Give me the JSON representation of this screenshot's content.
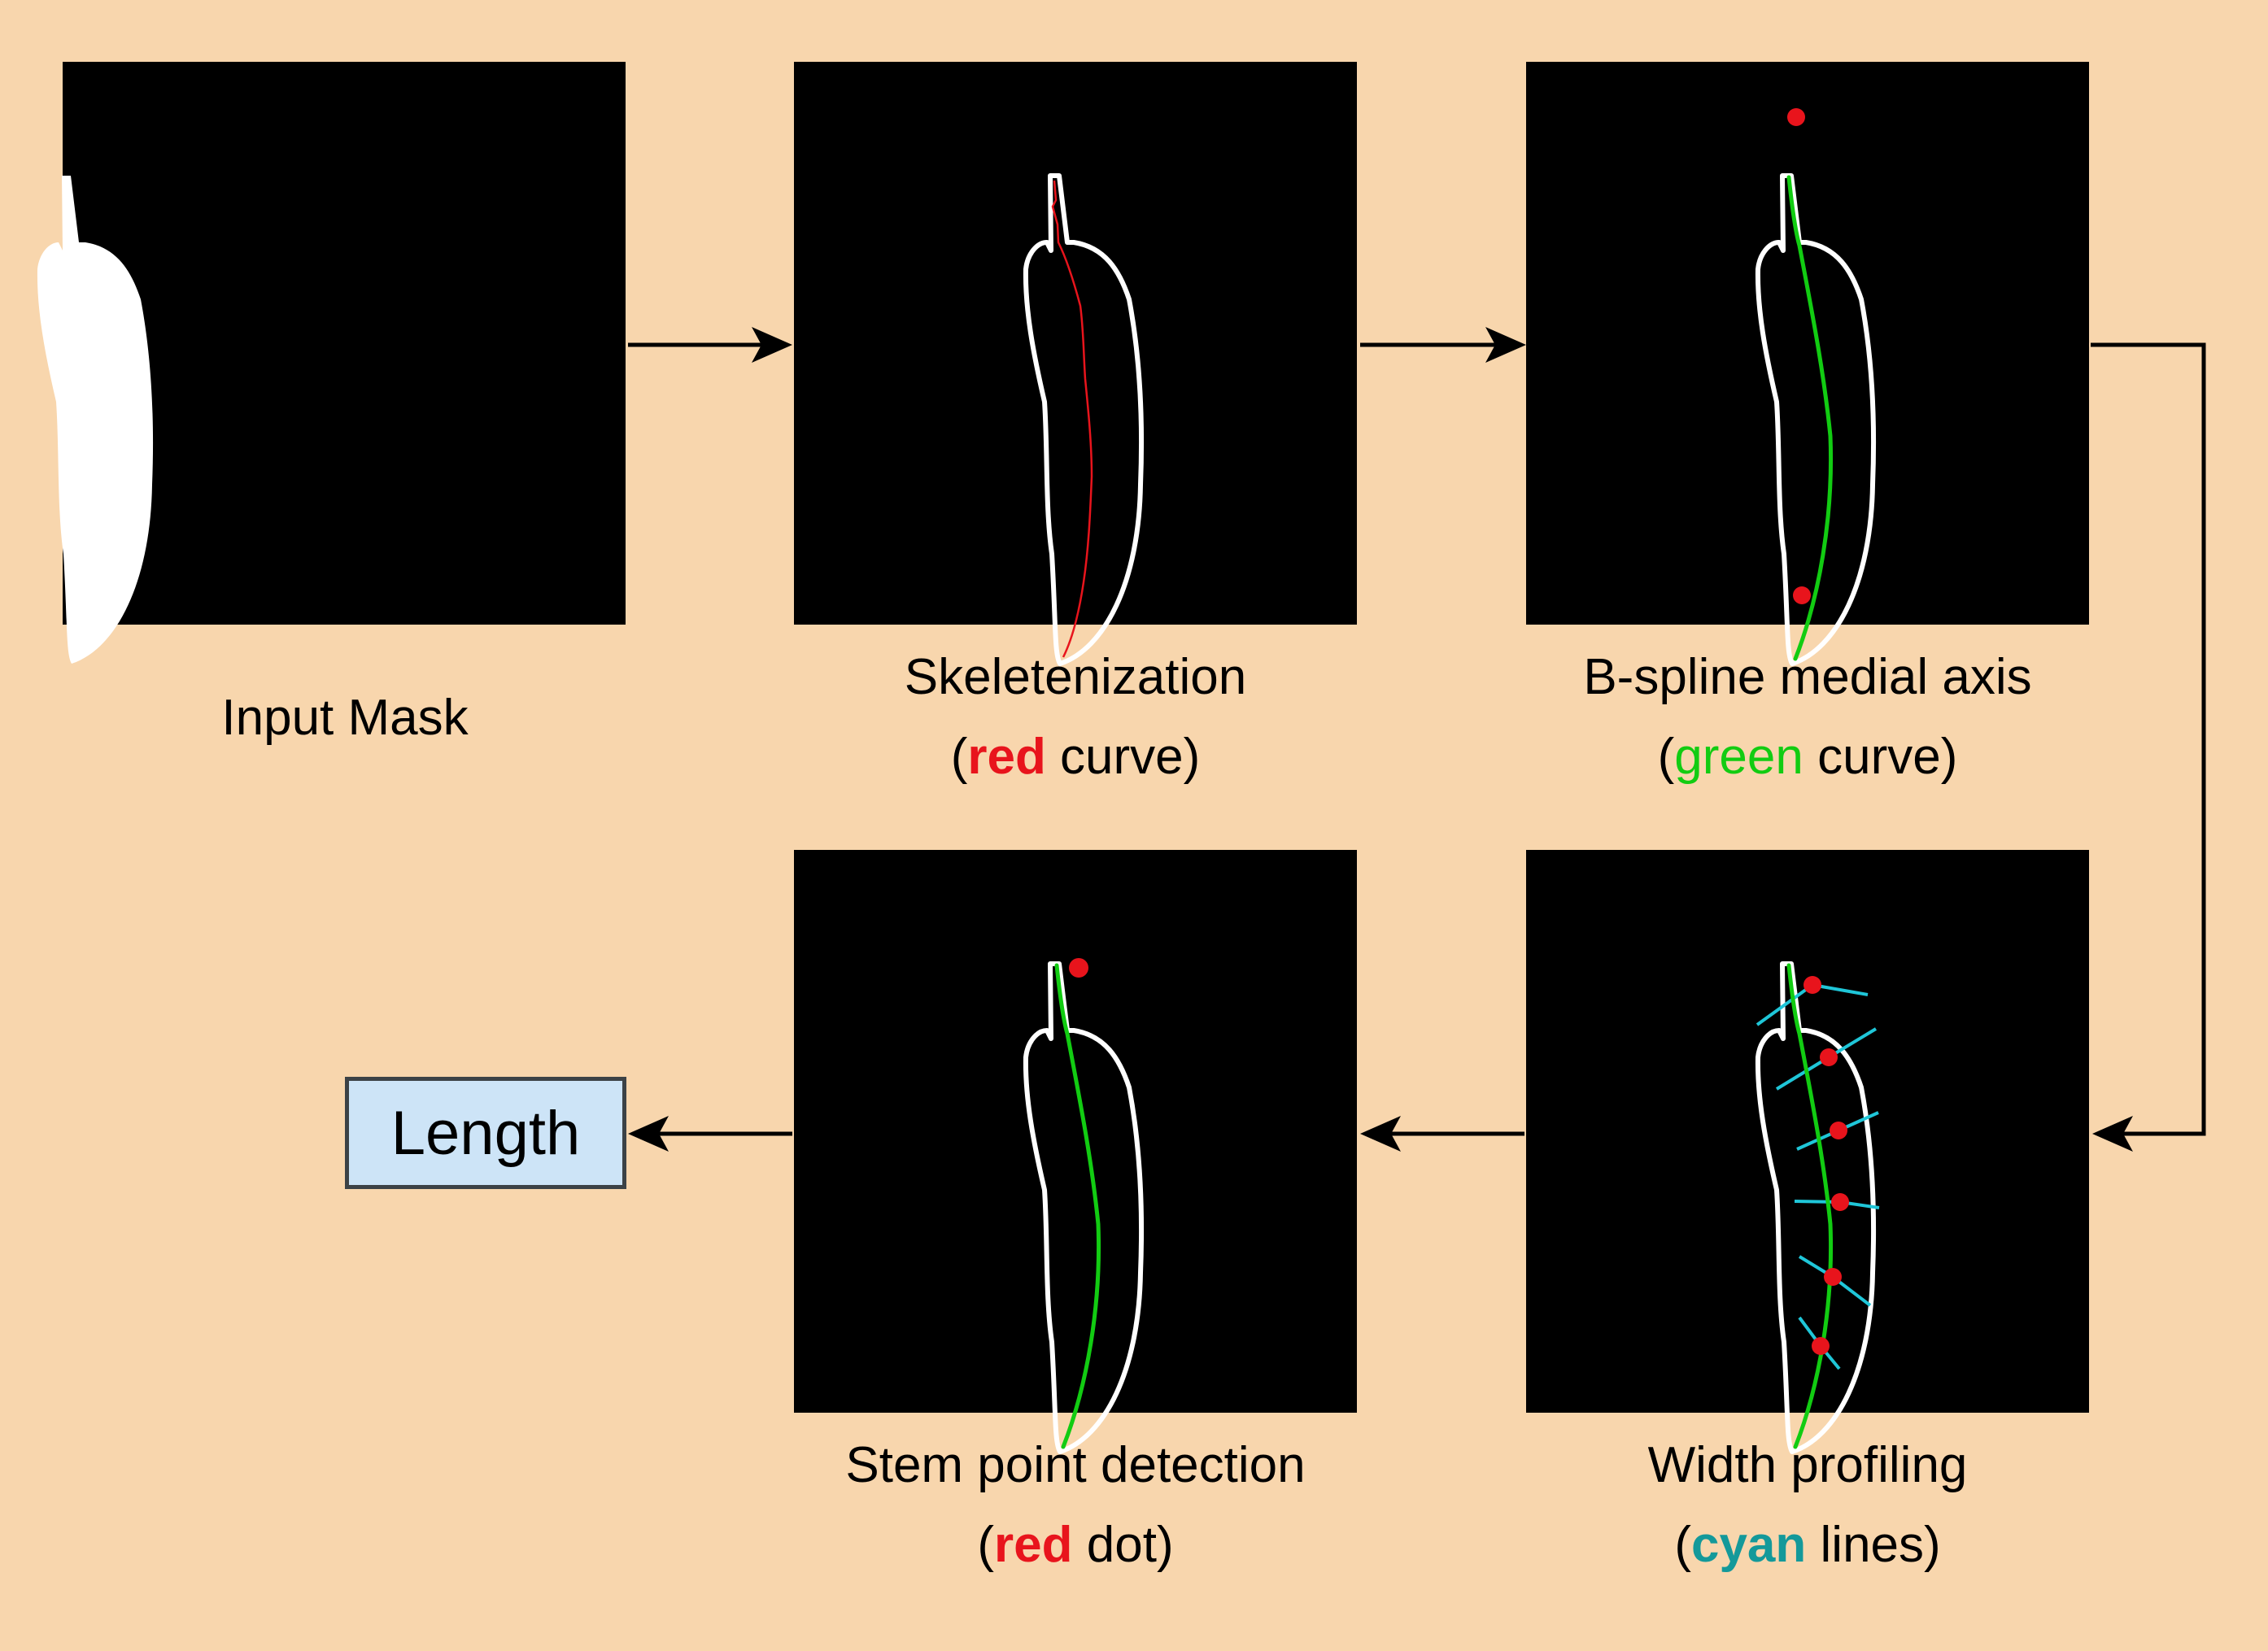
{
  "colors": {
    "background": "#f8d6ad",
    "panel": "#000000",
    "mask": "#ffffff",
    "skeleton_red": "#e8141c",
    "spline_green": "#12cc12",
    "width_cyan": "#1fc6d8",
    "label_cyan": "#14999a",
    "box_fill": "#cde4f7",
    "box_border": "#3c4246",
    "arrow": "#000000"
  },
  "panels": {
    "input_mask": {
      "caption": "Input Mask"
    },
    "skeletonization": {
      "caption_line1": "Skeletenization",
      "caption_open": "(",
      "caption_keyword": "red",
      "caption_rest": " curve)"
    },
    "bspline": {
      "caption_line1": "B-spline medial axis",
      "caption_open": "(",
      "caption_keyword": "green",
      "caption_rest": " curve)"
    },
    "width_profiling": {
      "caption_line1": "Width profiling",
      "caption_open": "(",
      "caption_keyword": "cyan",
      "caption_rest": " lines)"
    },
    "stem_point": {
      "caption_line1": "Stem point detection",
      "caption_open": "(",
      "caption_keyword": "red",
      "caption_rest": " dot)"
    }
  },
  "output": {
    "label": "Length"
  },
  "icons": [
    "arrow-right-icon",
    "arrow-down-elbow-icon",
    "arrow-left-icon"
  ]
}
